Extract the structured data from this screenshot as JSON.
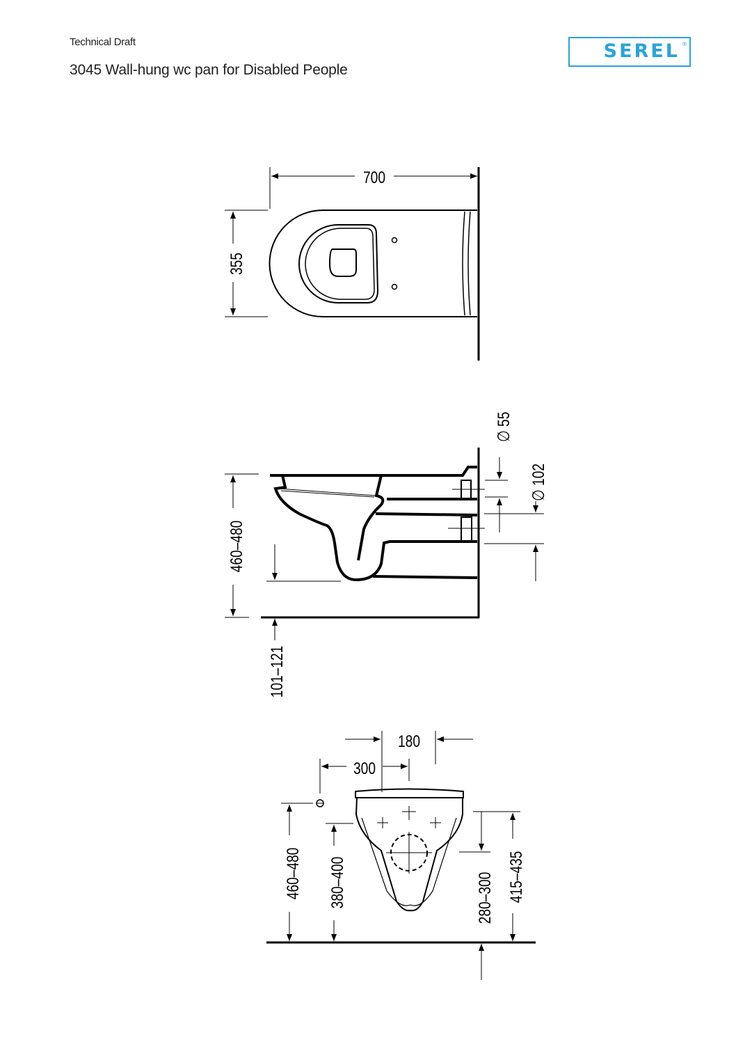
{
  "header": {
    "subtitle": "Technical Draft",
    "title": "3045 Wall-hung wc pan for Disabled People",
    "brand": "SEREL",
    "brand_mark": "®",
    "brand_color": "#29a3dc"
  },
  "top_view": {
    "length": "700",
    "width": "355"
  },
  "side_view": {
    "height": "460–480",
    "floor_gap": "101–121",
    "inlet_diameter": "∅ 55",
    "outlet_diameter": "∅ 102"
  },
  "front_view": {
    "spacing_180": "180",
    "spacing_300": "300",
    "height_total": "460–480",
    "height_inlet": "380–400",
    "height_outlet": "280–300",
    "height_fix": "415–435"
  }
}
